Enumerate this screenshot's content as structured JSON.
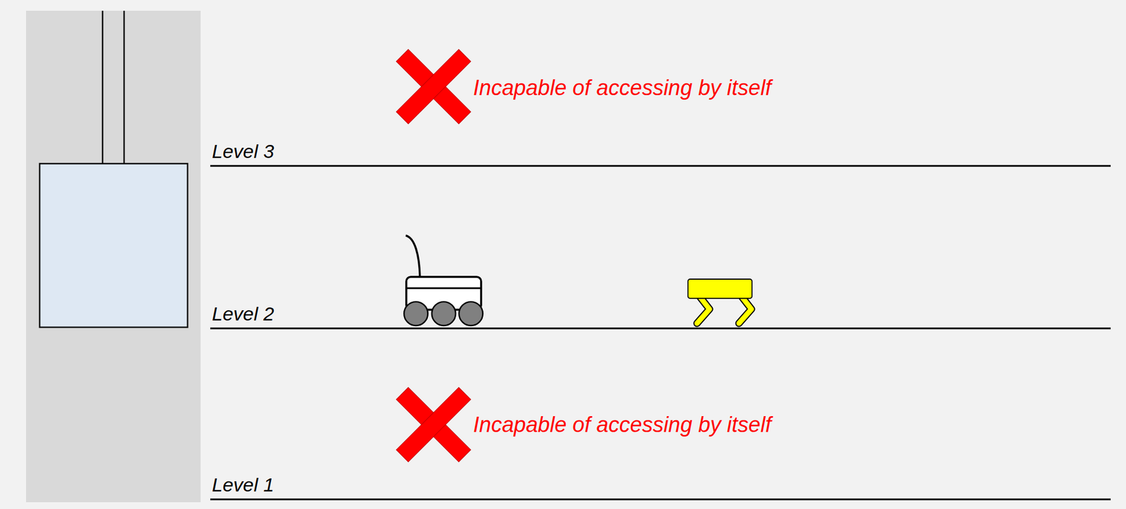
{
  "diagram": {
    "labels": [
      "Incapable of accessing by itself",
      "Level 3",
      "Level 2",
      "Incapable of accessing by itself",
      "Level 1"
    ]
  }
}
